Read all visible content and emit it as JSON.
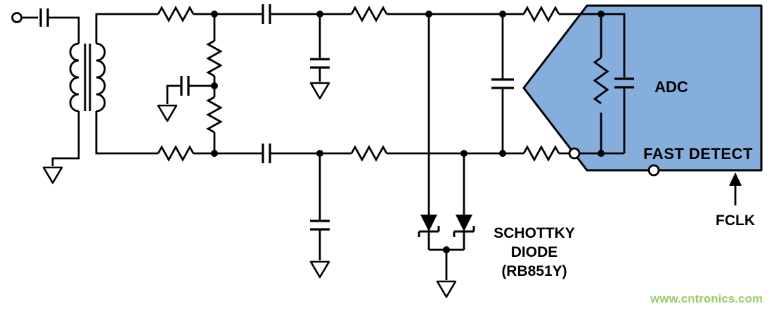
{
  "diagram": {
    "type": "circuit-schematic",
    "description": "Transformer-coupled differential analog front end driving an ADC, with Schottky clamp diodes to ground",
    "labels": {
      "adc": "ADC",
      "fast_detect": "FAST DETECT",
      "fclk": "FCLK",
      "schottky_line1": "SCHOTTKY",
      "schottky_line2": "DIODE",
      "schottky_line3": "(RB851Y)"
    },
    "watermark": "www.cntronics.com",
    "colors": {
      "adc_fill": "#86aedd",
      "line": "#000000",
      "watermark": "#99cc66",
      "background": "#ffffff"
    },
    "components": [
      {
        "id": "input-terminal",
        "type": "terminal"
      },
      {
        "id": "input-coupling-capacitor",
        "type": "capacitor"
      },
      {
        "id": "transformer",
        "type": "transformer"
      },
      {
        "id": "primary-ground",
        "type": "ground"
      },
      {
        "id": "top-series-resistor-1",
        "type": "resistor"
      },
      {
        "id": "bottom-series-resistor-1",
        "type": "resistor"
      },
      {
        "id": "divider-resistor-upper",
        "type": "resistor"
      },
      {
        "id": "divider-resistor-lower",
        "type": "resistor"
      },
      {
        "id": "center-tap-capacitor",
        "type": "capacitor"
      },
      {
        "id": "center-tap-ground",
        "type": "ground"
      },
      {
        "id": "top-dc-block-capacitor",
        "type": "capacitor"
      },
      {
        "id": "bottom-dc-block-capacitor",
        "type": "capacitor"
      },
      {
        "id": "top-shunt-capacitor",
        "type": "capacitor"
      },
      {
        "id": "top-shunt-ground",
        "type": "ground"
      },
      {
        "id": "bottom-shunt-capacitor",
        "type": "capacitor"
      },
      {
        "id": "bottom-shunt-ground",
        "type": "ground"
      },
      {
        "id": "top-series-resistor-2",
        "type": "resistor"
      },
      {
        "id": "bottom-series-resistor-2",
        "type": "resistor"
      },
      {
        "id": "schottky-diode-left",
        "type": "schottky-diode"
      },
      {
        "id": "schottky-diode-right",
        "type": "schottky-diode"
      },
      {
        "id": "schottky-ground",
        "type": "ground"
      },
      {
        "id": "differential-shunt-capacitor",
        "type": "capacitor"
      },
      {
        "id": "top-series-resistor-3",
        "type": "resistor"
      },
      {
        "id": "bottom-series-resistor-3",
        "type": "resistor"
      },
      {
        "id": "adc-internal-resistor",
        "type": "resistor"
      },
      {
        "id": "adc-internal-capacitor",
        "type": "capacitor"
      },
      {
        "id": "adc-input-pin",
        "type": "terminal"
      },
      {
        "id": "adc-bottom-pin",
        "type": "terminal"
      },
      {
        "id": "fclk-arrow",
        "type": "annotation-arrow"
      }
    ]
  }
}
